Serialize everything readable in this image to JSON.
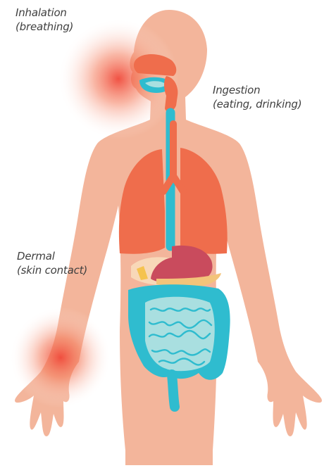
{
  "labels": {
    "inhalation": {
      "title": "Inhalation",
      "detail": "(breathing)"
    },
    "ingestion": {
      "title": "Ingestion",
      "detail": "(eating, drinking)"
    },
    "dermal": {
      "title": "Dermal",
      "detail": "(skin contact)"
    }
  },
  "colors": {
    "skin": "#f3b59b",
    "lungs": "#ef6d4c",
    "digestive": "#2fbccf",
    "intestine_fill": "#a9dfe0",
    "stomach": "#c94b5d",
    "liver": "#f8d8b8",
    "exposure_glow": "#f0493a",
    "text": "#3f3f3f"
  }
}
